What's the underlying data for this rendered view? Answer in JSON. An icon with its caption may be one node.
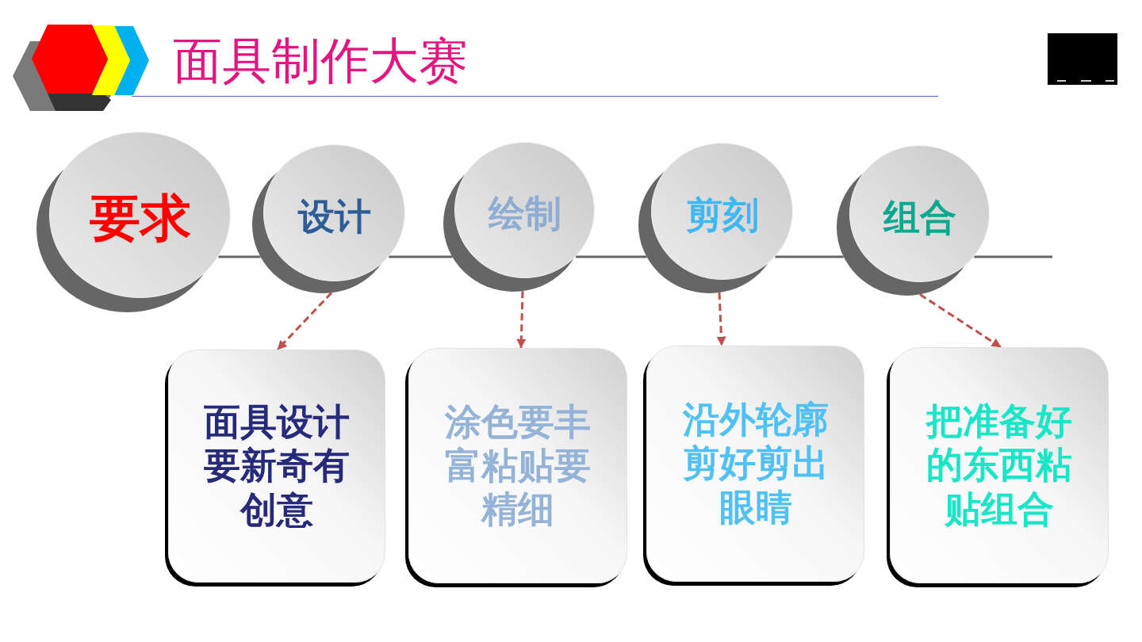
{
  "diagram": {
    "title": "面具制作大赛",
    "nodes": [
      {
        "text": [
          "要求"
        ]
      },
      {
        "text": [
          "设计"
        ]
      },
      {
        "text": [
          "绘制"
        ]
      },
      {
        "text": [
          "剪刻"
        ]
      },
      {
        "text": [
          "组合"
        ]
      },
      {
        "text": [
          "面具设计要新奇有创意"
        ]
      },
      {
        "text": [
          "涂色要丰富粘贴要精细"
        ]
      },
      {
        "text": [
          "沿外轮廓剪好剪出眼睛"
        ]
      },
      {
        "text": [
          "把准备好的东西粘贴组合"
        ]
      }
    ],
    "edges": [
      {
        "from": 0,
        "to": 1,
        "arrow": "none"
      },
      {
        "from": 1,
        "to": 2,
        "arrow": "none"
      },
      {
        "from": 2,
        "to": 3,
        "arrow": "none"
      },
      {
        "from": 3,
        "to": 4,
        "arrow": "none"
      },
      {
        "from": 4,
        "to": null,
        "arrow": "none"
      },
      {
        "from": 1,
        "to": 5,
        "arrow": "to",
        "style": "dashed",
        "color": "#c0504d"
      },
      {
        "from": 2,
        "to": 6,
        "arrow": "to",
        "style": "dashed",
        "color": "#c0504d"
      },
      {
        "from": 3,
        "to": 7,
        "arrow": "to",
        "style": "dashed",
        "color": "#c0504d"
      },
      {
        "from": 4,
        "to": 8,
        "arrow": "to",
        "style": "dashed",
        "color": "#c0504d"
      }
    ]
  }
}
